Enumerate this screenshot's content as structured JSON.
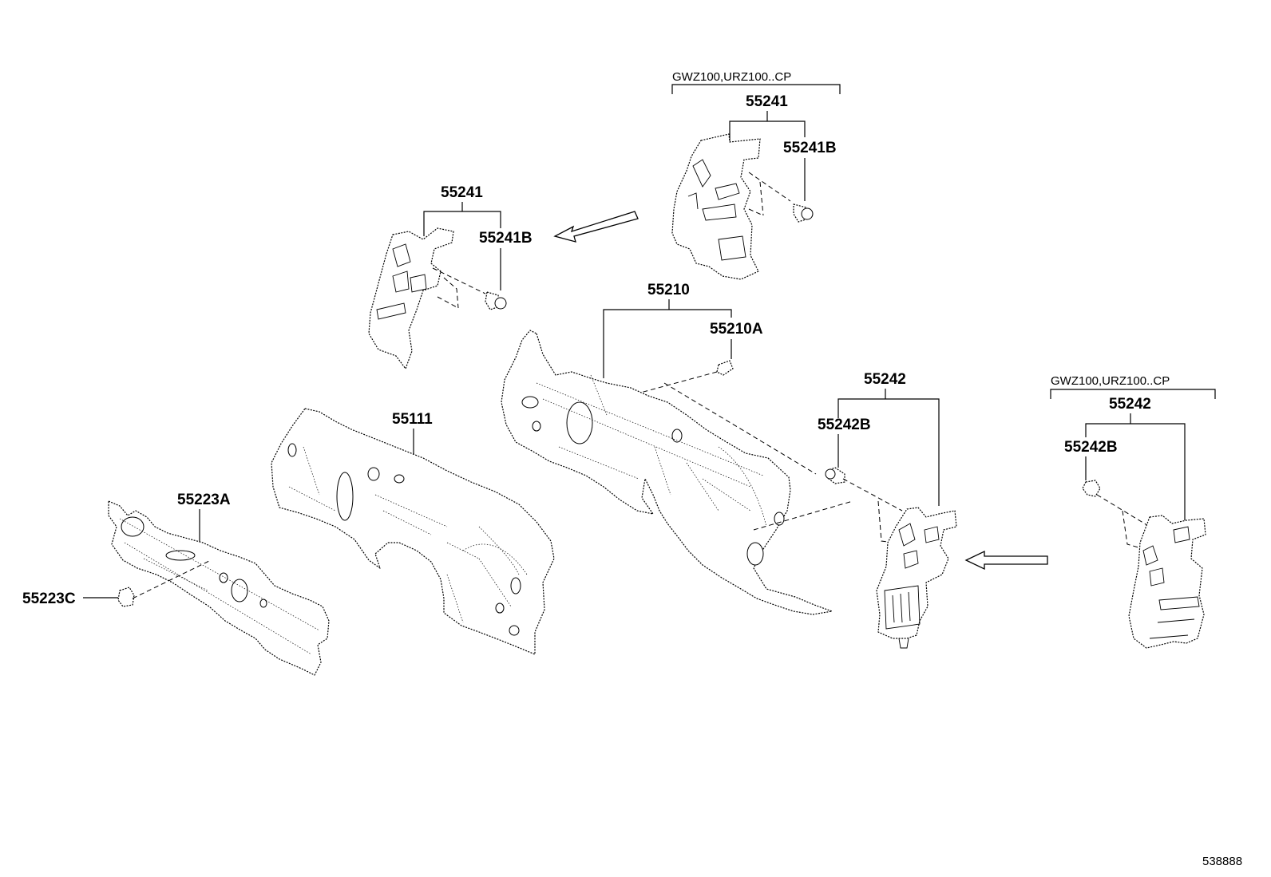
{
  "labels": {
    "cond_upper": "GWZ100,URZ100..CP",
    "p55241_upper": "55241",
    "p55241b_upper": "55241B",
    "p55241_left": "55241",
    "p55241b_left": "55241B",
    "p55210": "55210",
    "p55210a": "55210A",
    "p55242_mid": "55242",
    "p55242b_mid": "55242B",
    "cond_right": "GWZ100,URZ100..CP",
    "p55242_right": "55242",
    "p55242b_right": "55242B",
    "p55111": "55111",
    "p55223a": "55223A",
    "p55223c": "55223C",
    "diagram_id": "538888"
  }
}
